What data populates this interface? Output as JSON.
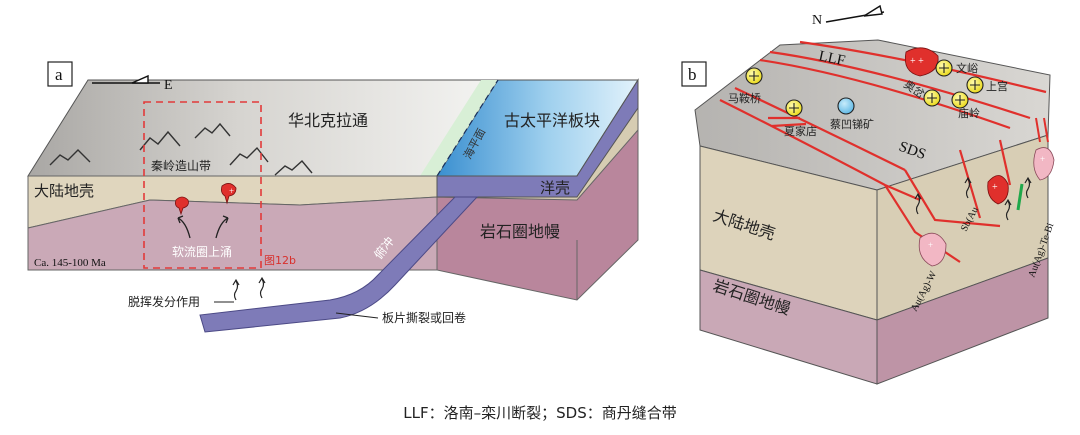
{
  "panel_a": {
    "tag": "a",
    "north_arrow": "E",
    "craton_label": "华北克拉通",
    "ocean_plate_label": "古太平洋板块",
    "sea_level_label": "海平面",
    "orogen_label": "秦岭造山带",
    "crust_label": "大陆地壳",
    "oceanic_crust_label": "洋壳",
    "mantle_label": "岩石圈地幔",
    "asthenosphere_label": "软流圈上涌",
    "age_label": "Ca. 145-100 Ma",
    "figure_ref": "图12b",
    "subduction_label": "俯冲",
    "devolatilization_label": "脱挥发分作用",
    "slab_label": "板片撕裂或回卷"
  },
  "panel_b": {
    "tag": "b",
    "north_arrow": "N",
    "fault_llf": "LLF",
    "fault_sds": "SDS",
    "deposits": {
      "maanqiao": "马鞍桥",
      "xiajiadian": "夏家店",
      "caipan": "蔡凹锑矿",
      "wenyu": "文峪",
      "shanggong": "上宫",
      "kuanping": "庙岭",
      "qiying": "奥岔"
    },
    "crust_label": "大陆地壳",
    "mantle_label": "岩石圈地幔",
    "ore_au_w": "Au(Ag)-W",
    "ore_sb_au": "Sb(Au",
    "ore_au_te_bi": "Au(Ag)-Te-Bi"
  },
  "caption": "LLF：洛南–栾川断裂；SDS：商丹缝合带",
  "colors": {
    "surface": "#c9c6bf",
    "crust": "#ddd3bb",
    "mantle": "#c9a8b6",
    "ocean_plate": "#6aaad8",
    "oceanic_crust": "#7a78b4",
    "fault_red": "#e0302c",
    "deposit_yellow": "#f2e52a",
    "antimony_blue": "#7cc4ea"
  }
}
